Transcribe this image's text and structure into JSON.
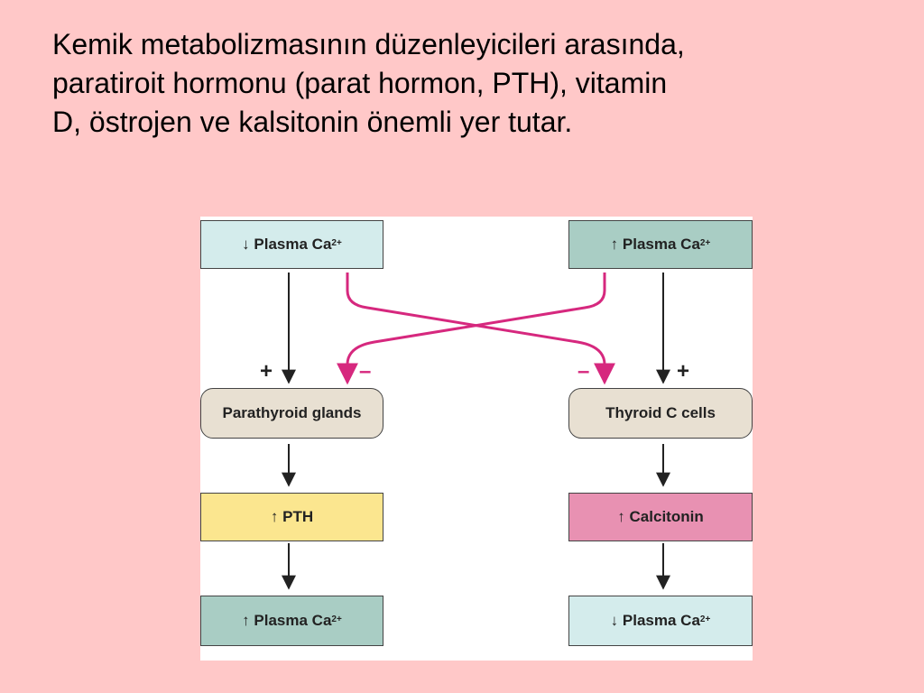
{
  "slide": {
    "text_lines": [
      "Kemik metabolizmasının düzenleyicileri arasında,",
      "paratiroit hormonu (parat hormon, PTH), vitamin",
      "D, östrojen ve kalsitonin önemli yer tutar."
    ]
  },
  "diagram": {
    "left": {
      "top_box": {
        "arrow": "↓",
        "text": "Plasma Ca",
        "sup": "2+"
      },
      "gland": "Parathyroid glands",
      "hormone": {
        "arrow": "↑",
        "text": "PTH"
      },
      "result": {
        "arrow": "↑",
        "text": "Plasma Ca",
        "sup": "2+"
      }
    },
    "right": {
      "top_box": {
        "arrow": "↑",
        "text": "Plasma Ca",
        "sup": "2+"
      },
      "gland": "Thyroid C cells",
      "hormone": {
        "arrow": "↑",
        "text": "Calcitonin"
      },
      "result": {
        "arrow": "↓",
        "text": "Plasma Ca",
        "sup": "2+"
      }
    },
    "signs": {
      "plus": "+",
      "minus": "–"
    },
    "colors": {
      "light_blue": "#d4ecec",
      "teal": "#a9cdc4",
      "beige": "#e8e0d2",
      "yellow": "#fbe68f",
      "pink": "#e891b2",
      "magenta_arrow": "#d6287e",
      "background": "#ffc8c8"
    }
  }
}
